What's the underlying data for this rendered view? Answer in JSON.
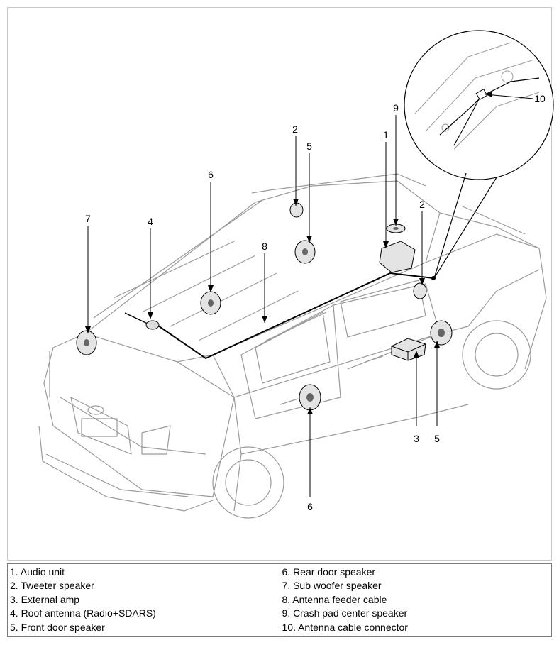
{
  "callouts": {
    "n1": "1",
    "n2": "2",
    "n3": "3",
    "n4": "4",
    "n5": "5",
    "n6": "6",
    "n7": "7",
    "n8": "8",
    "n9": "9",
    "n10": "10"
  },
  "legend": {
    "left": [
      "1. Audio unit",
      "2. Tweeter speaker",
      "3. External amp",
      "4. Roof antenna (Radio+SDARS)",
      "5. Front door speaker"
    ],
    "right": [
      "6. Rear door speaker",
      "7. Sub woofer speaker",
      "8. Antenna feeder cable",
      "9. Crash pad center speaker",
      "10. Antenna cable connector"
    ]
  }
}
